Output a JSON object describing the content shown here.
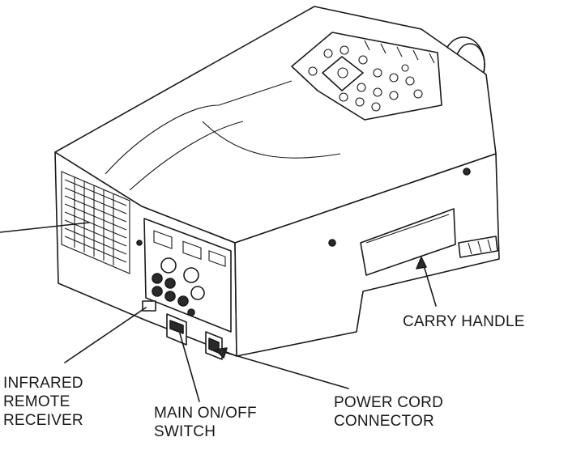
{
  "labels": {
    "carry_handle": "CARRY HANDLE",
    "infrared_remote_receiver": [
      "INFRARED",
      "REMOTE",
      "RECEIVER"
    ],
    "main_switch": [
      "MAIN ON/OFF",
      "SWITCH"
    ],
    "power_cord_connector": [
      "POWER CORD",
      "CONNECTOR"
    ]
  },
  "colors": {
    "ink": "#1a1a1a",
    "paper": "#ffffff"
  }
}
